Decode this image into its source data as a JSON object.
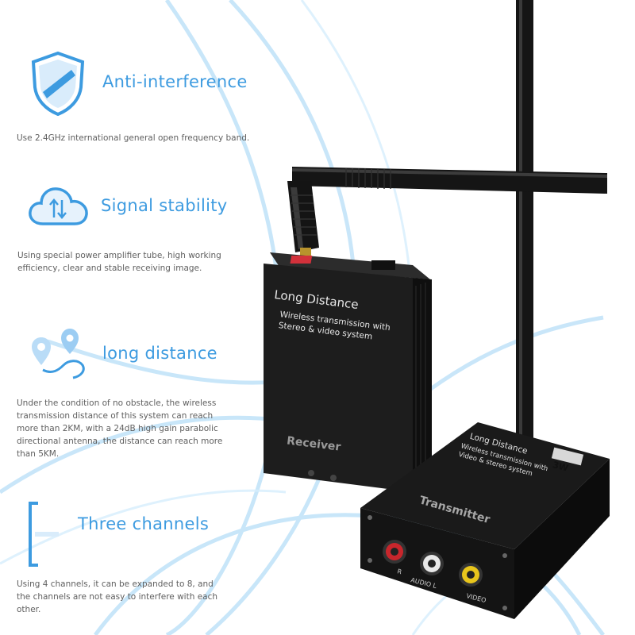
{
  "features": [
    {
      "icon": "shield-icon",
      "title": "Anti-interference",
      "description": "Use 2.4GHz international general open frequency band."
    },
    {
      "icon": "cloud-signal-icon",
      "title": "Signal stability",
      "description": "Using special power amplifier tube, high working efficiency, clear and stable receiving image."
    },
    {
      "icon": "location-pin-icon",
      "title": "long distance",
      "description": "Under the condition of no obstacle, the wireless transmission distance of this system can reach more than 2KM, with a 24dB high gain parabolic directional antenna, the distance can reach more than 5KM."
    },
    {
      "icon": "channels-icon",
      "title": "Three channels",
      "description": "Using 4 channels, it can be expanded to 8, and the channels are not easy to interfere with each other."
    }
  ],
  "receiver": {
    "title": "Long Distance",
    "subtitle_line1": "Wireless transmission with",
    "subtitle_line2": "Stereo  &  video system",
    "label": "Receiver"
  },
  "transmitter": {
    "title": "Long Distance",
    "power_badge": "3W",
    "subtitle_line1": "Wireless transmission with",
    "subtitle_line2": "Video  &  stereo system",
    "label": "Transmitter",
    "port_r": "R",
    "port_audio_l": "AUDIO  L",
    "port_video": "VIDEO"
  },
  "colors": {
    "accent_blue": "#3d9be0",
    "wave_blue": "#bfe2f8",
    "device_body": "#1c1c1c",
    "rca_red": "#c8262c",
    "rca_white": "#e8e8e8",
    "rca_yellow": "#e8c51c"
  }
}
